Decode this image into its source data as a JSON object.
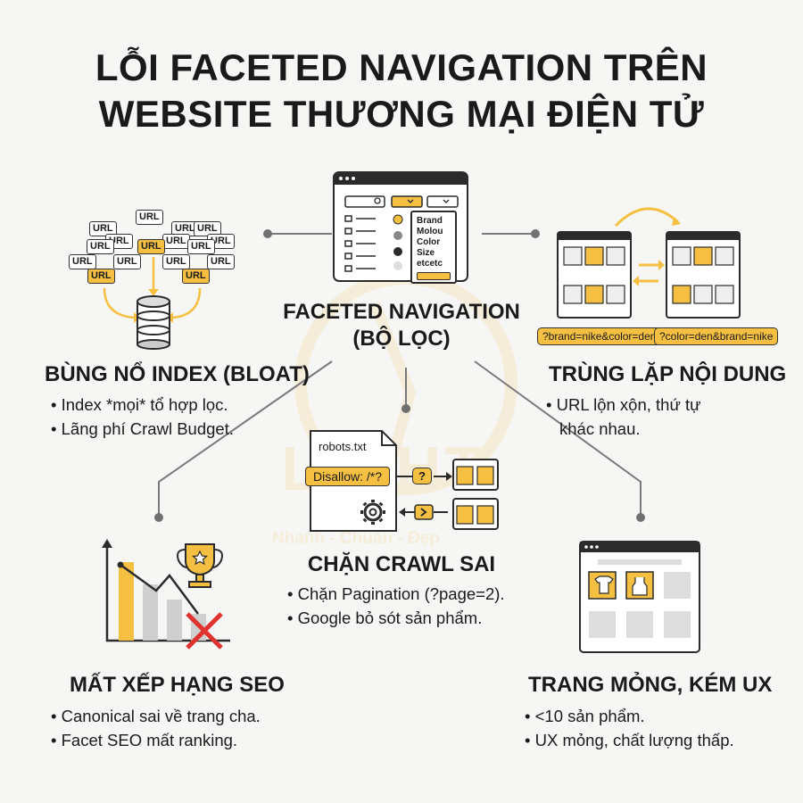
{
  "title": {
    "line1": "LỖI FACETED NAVIGATION TRÊN",
    "line2": "WEBSITE THƯƠNG MẠI ĐIỆN TỬ"
  },
  "center": {
    "title1": "FACETED NAVIGATION",
    "title2": "(BỘ LỌC)",
    "filter_items": [
      "Brand",
      "Molou",
      "Color",
      "Size",
      "etcetc"
    ]
  },
  "url_chip": "URL",
  "sections": {
    "bloat": {
      "title": "BÙNG NỔ INDEX (BLOAT)",
      "bullets": [
        "Index *mọi* tổ hợp lọc.",
        "Lãng phí Crawl Budget."
      ]
    },
    "duplicate": {
      "title": "TRÙNG LẶP NỘI DUNG",
      "bullets": [
        "URL lộn xộn, thứ tự",
        "khác nhau."
      ],
      "url1": "?brand=nike&color=den",
      "url2": "?color=den&brand=nike"
    },
    "crawl": {
      "title": "CHẶN CRAWL SAI",
      "bullets": [
        "Chặn Pagination (?page=2).",
        "Google bỏ sót sản phẩm."
      ],
      "file": "robots.txt",
      "rule": "Disallow: /*?",
      "q": "?"
    },
    "seo": {
      "title": "MẤT XẾP HẠNG SEO",
      "bullets": [
        "Canonical sai về trang cha.",
        "Facet SEO mất ranking."
      ]
    },
    "thin": {
      "title": "TRANG MỎNG, KÉM UX",
      "bullets": [
        "<10 sản phẩm.",
        "UX mỏng, chất lượng thấp."
      ]
    }
  },
  "watermark": {
    "brand": "LIGHT",
    "tagline": "Nhanh - Chuẩn - Đẹp"
  },
  "colors": {
    "accent": "#f5c042",
    "dark": "#2b2b2b",
    "line": "#7a7a7a",
    "bg": "#f6f6f4",
    "red": "#e0322f"
  }
}
